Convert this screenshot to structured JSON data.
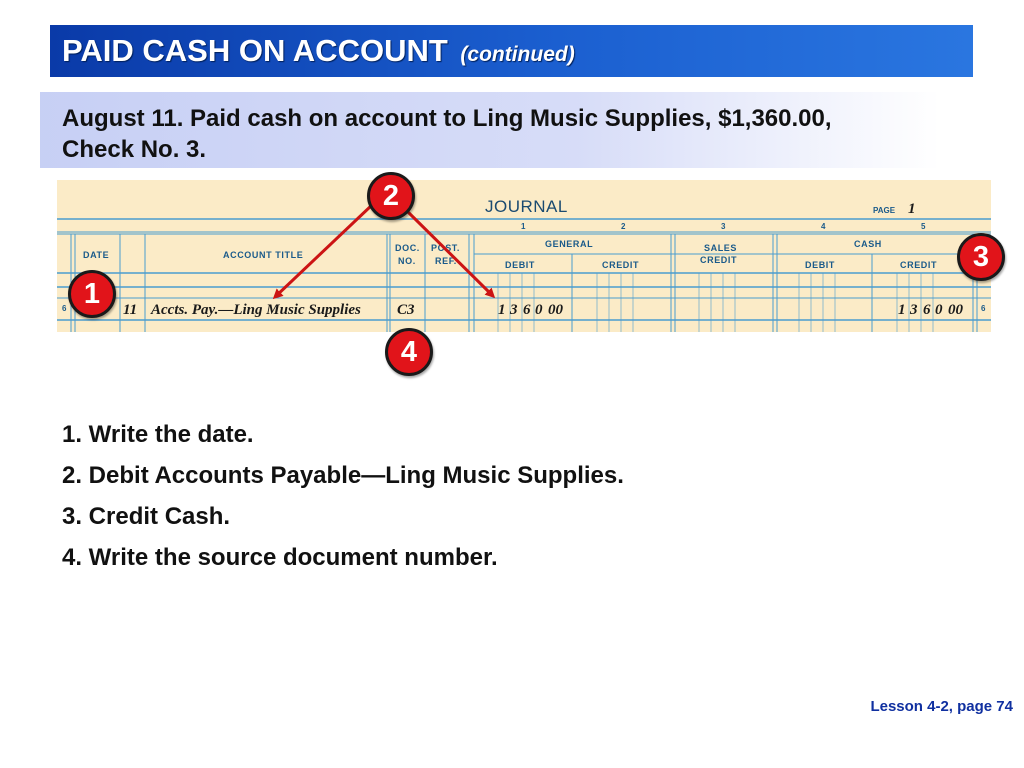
{
  "title": {
    "main": "PAID CASH ON ACCOUNT",
    "sub": "(continued)"
  },
  "transaction": "August 11. Paid cash on account to Ling Music Supplies, $1,360.00, Check No. 3.",
  "journal": {
    "title": "JOURNAL",
    "page_label": "PAGE",
    "page_number": "1",
    "column_numbers": [
      "1",
      "2",
      "3",
      "4",
      "5"
    ],
    "headers": {
      "date": "DATE",
      "account_title": "ACCOUNT TITLE",
      "doc_no_1": "DOC.",
      "doc_no_2": "NO.",
      "post_ref_1": "POST.",
      "post_ref_2": "REF.",
      "general": "GENERAL",
      "sales_credit_1": "SALES",
      "sales_credit_2": "CREDIT",
      "cash": "CASH",
      "debit": "DEBIT",
      "credit": "CREDIT"
    },
    "entry": {
      "line_number": "6",
      "day": "11",
      "account": "Accts. Pay.—Ling Music Supplies",
      "doc_no": "C3",
      "general_debit": [
        "1",
        "3",
        "6",
        "0",
        "00"
      ],
      "cash_credit": [
        "1",
        "3",
        "6",
        "0",
        "00"
      ]
    }
  },
  "badges": [
    "1",
    "2",
    "3",
    "4"
  ],
  "steps": [
    "1. Write the date.",
    "2. Debit Accounts Payable—Ling Music Supplies.",
    "3. Credit Cash.",
    "4. Write the source document number."
  ],
  "footer": "Lesson 4-2, page 74",
  "colors": {
    "title_bar": "#1b5fd0",
    "journal_paper": "#fbebc7",
    "journal_lines": "#4a9ccf",
    "badge": "#e1141a",
    "arrow": "#cc1414",
    "footer_text": "#1030a0"
  }
}
